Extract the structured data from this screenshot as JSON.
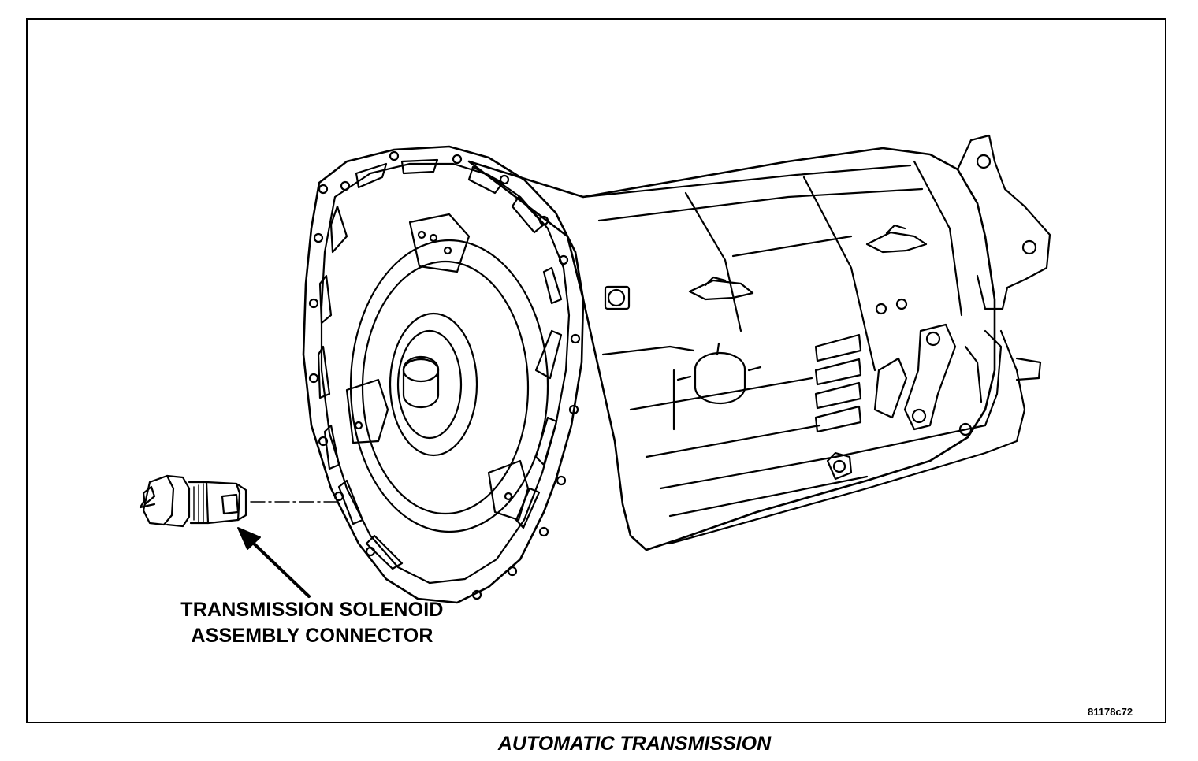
{
  "callout": {
    "line1": "TRANSMISSION SOLENOID",
    "line2": "ASSEMBLY CONNECTOR"
  },
  "figure_id": "81178c72",
  "caption": "AUTOMATIC TRANSMISSION",
  "colors": {
    "ink": "#000000",
    "paper": "#ffffff"
  }
}
